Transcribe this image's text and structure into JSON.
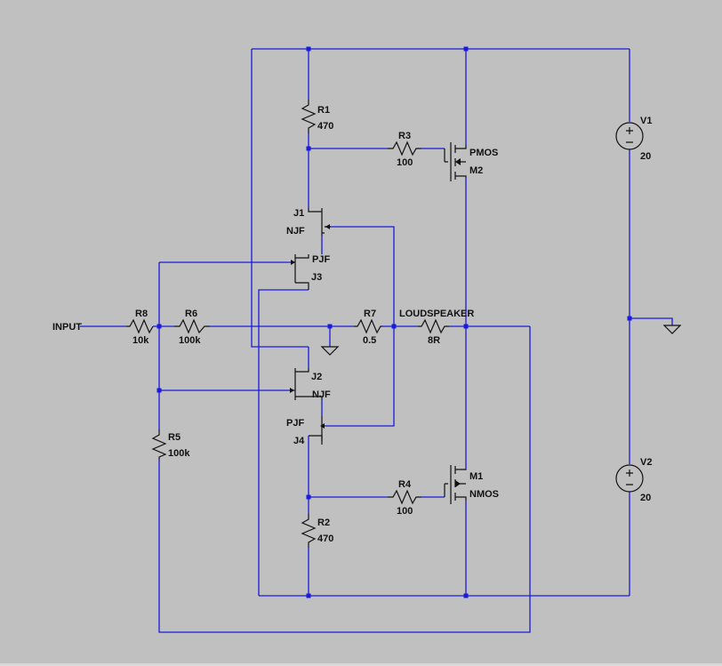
{
  "colors": {
    "background": "#c0c0c0",
    "wire": "#1a1adc",
    "component": "#111111",
    "junction": "#1a1adc"
  },
  "labels": {
    "input": "INPUT",
    "loudspeaker": "LOUDSPEAKER",
    "r1": {
      "name": "R1",
      "value": "470"
    },
    "r2": {
      "name": "R2",
      "value": "470"
    },
    "r3": {
      "name": "R3",
      "value": "100"
    },
    "r4": {
      "name": "R4",
      "value": "100"
    },
    "r5": {
      "name": "R5",
      "value": "100k"
    },
    "r6": {
      "name": "R6",
      "value": "100k"
    },
    "r7": {
      "name": "R7",
      "value": "0.5"
    },
    "r8": {
      "name": "R8",
      "value": "10k"
    },
    "r_speaker": {
      "value": "8R"
    },
    "m1": {
      "name": "M1",
      "model": "NMOS"
    },
    "m2": {
      "name": "M2",
      "model": "PMOS"
    },
    "j1": {
      "name": "J1",
      "model": "NJF"
    },
    "j2": {
      "name": "J2",
      "model": "NJF"
    },
    "j3": {
      "name": "J3",
      "model": "PJF"
    },
    "j4": {
      "name": "J4",
      "model": "PJF"
    },
    "v1": {
      "name": "V1",
      "value": "20"
    },
    "v2": {
      "name": "V2",
      "value": "20"
    }
  }
}
